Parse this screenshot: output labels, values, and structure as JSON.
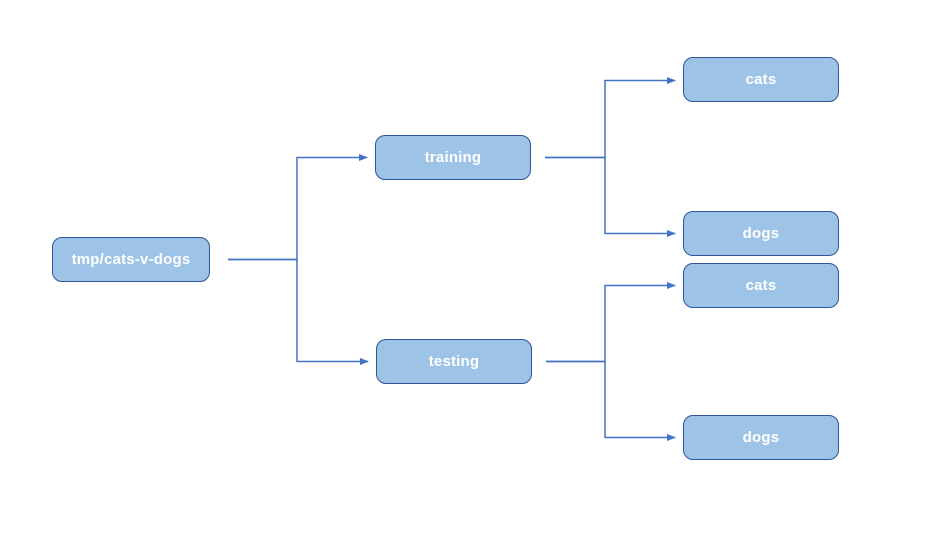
{
  "diagram": {
    "type": "flowchart",
    "description": "Directory tree of tmp/cats-v-dogs dataset split into training and testing sets, each containing cats and dogs folders",
    "nodes": {
      "root": {
        "label": "tmp/cats-v-dogs"
      },
      "training": {
        "label": "training"
      },
      "testing": {
        "label": "testing"
      },
      "training_cats": {
        "label": "cats"
      },
      "training_dogs": {
        "label": "dogs"
      },
      "testing_cats": {
        "label": "cats"
      },
      "testing_dogs": {
        "label": "dogs"
      }
    },
    "edges": [
      {
        "from": "root",
        "to": "training"
      },
      {
        "from": "root",
        "to": "testing"
      },
      {
        "from": "training",
        "to": "training_cats"
      },
      {
        "from": "training",
        "to": "training_dogs"
      },
      {
        "from": "testing",
        "to": "testing_cats"
      },
      {
        "from": "testing",
        "to": "testing_dogs"
      }
    ],
    "colors": {
      "node_fill": "#9DC3E6",
      "node_border": "#2F5597",
      "node_text": "#FFFFFF",
      "connector": "#4472C4",
      "background": "#FFFFFF"
    }
  }
}
